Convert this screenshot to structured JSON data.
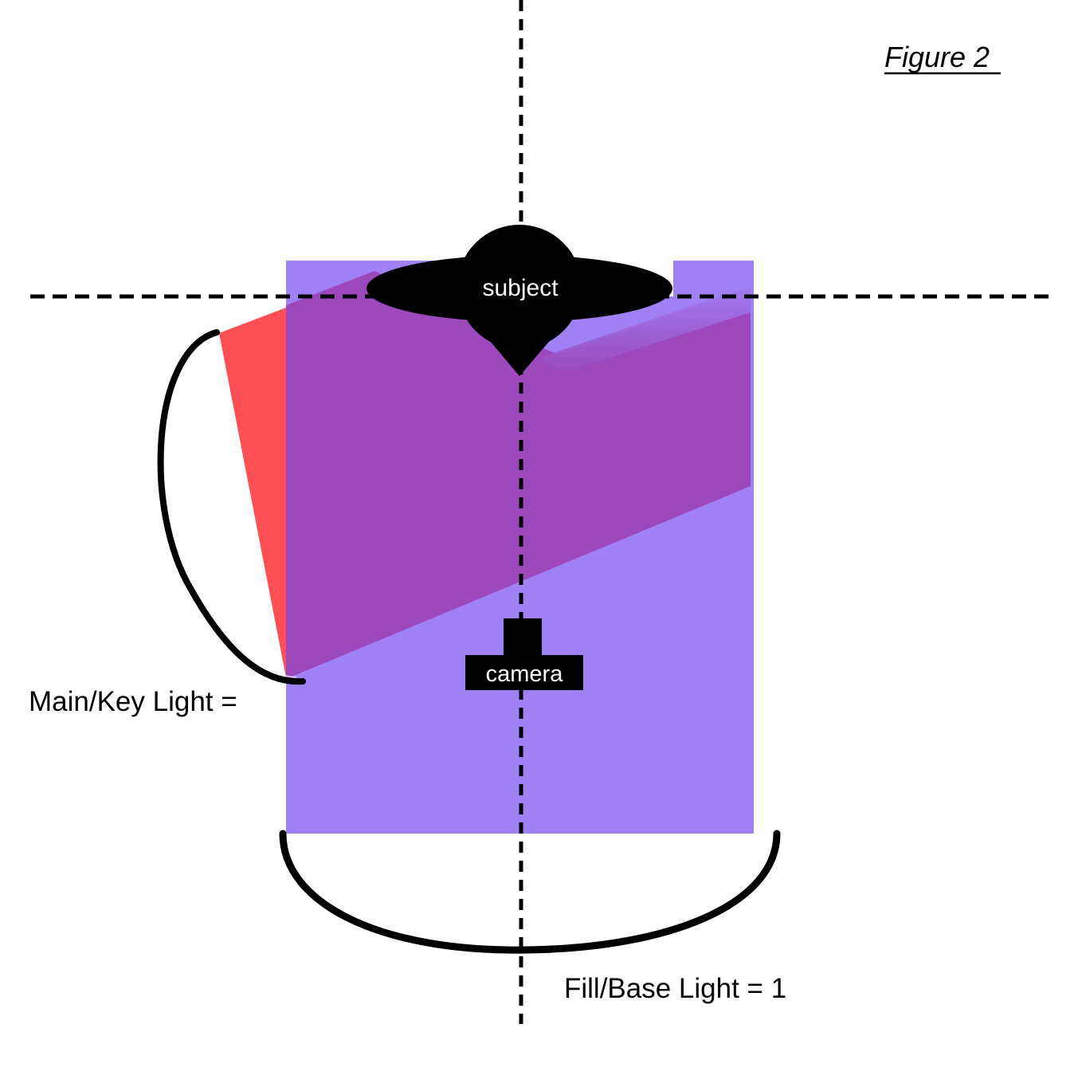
{
  "figure_title": "Figure 2",
  "subject_label": "subject",
  "camera_label": "camera",
  "main_light_label": "Main/Key Light =",
  "fill_light_label": "Fill/Base Light = 1",
  "colors": {
    "fill_light_area": "#a081f4",
    "key_light_overlap": "#9b49bc",
    "key_light_beam": "#fd4f54",
    "ink": "#000000",
    "background": "#ffffff"
  }
}
